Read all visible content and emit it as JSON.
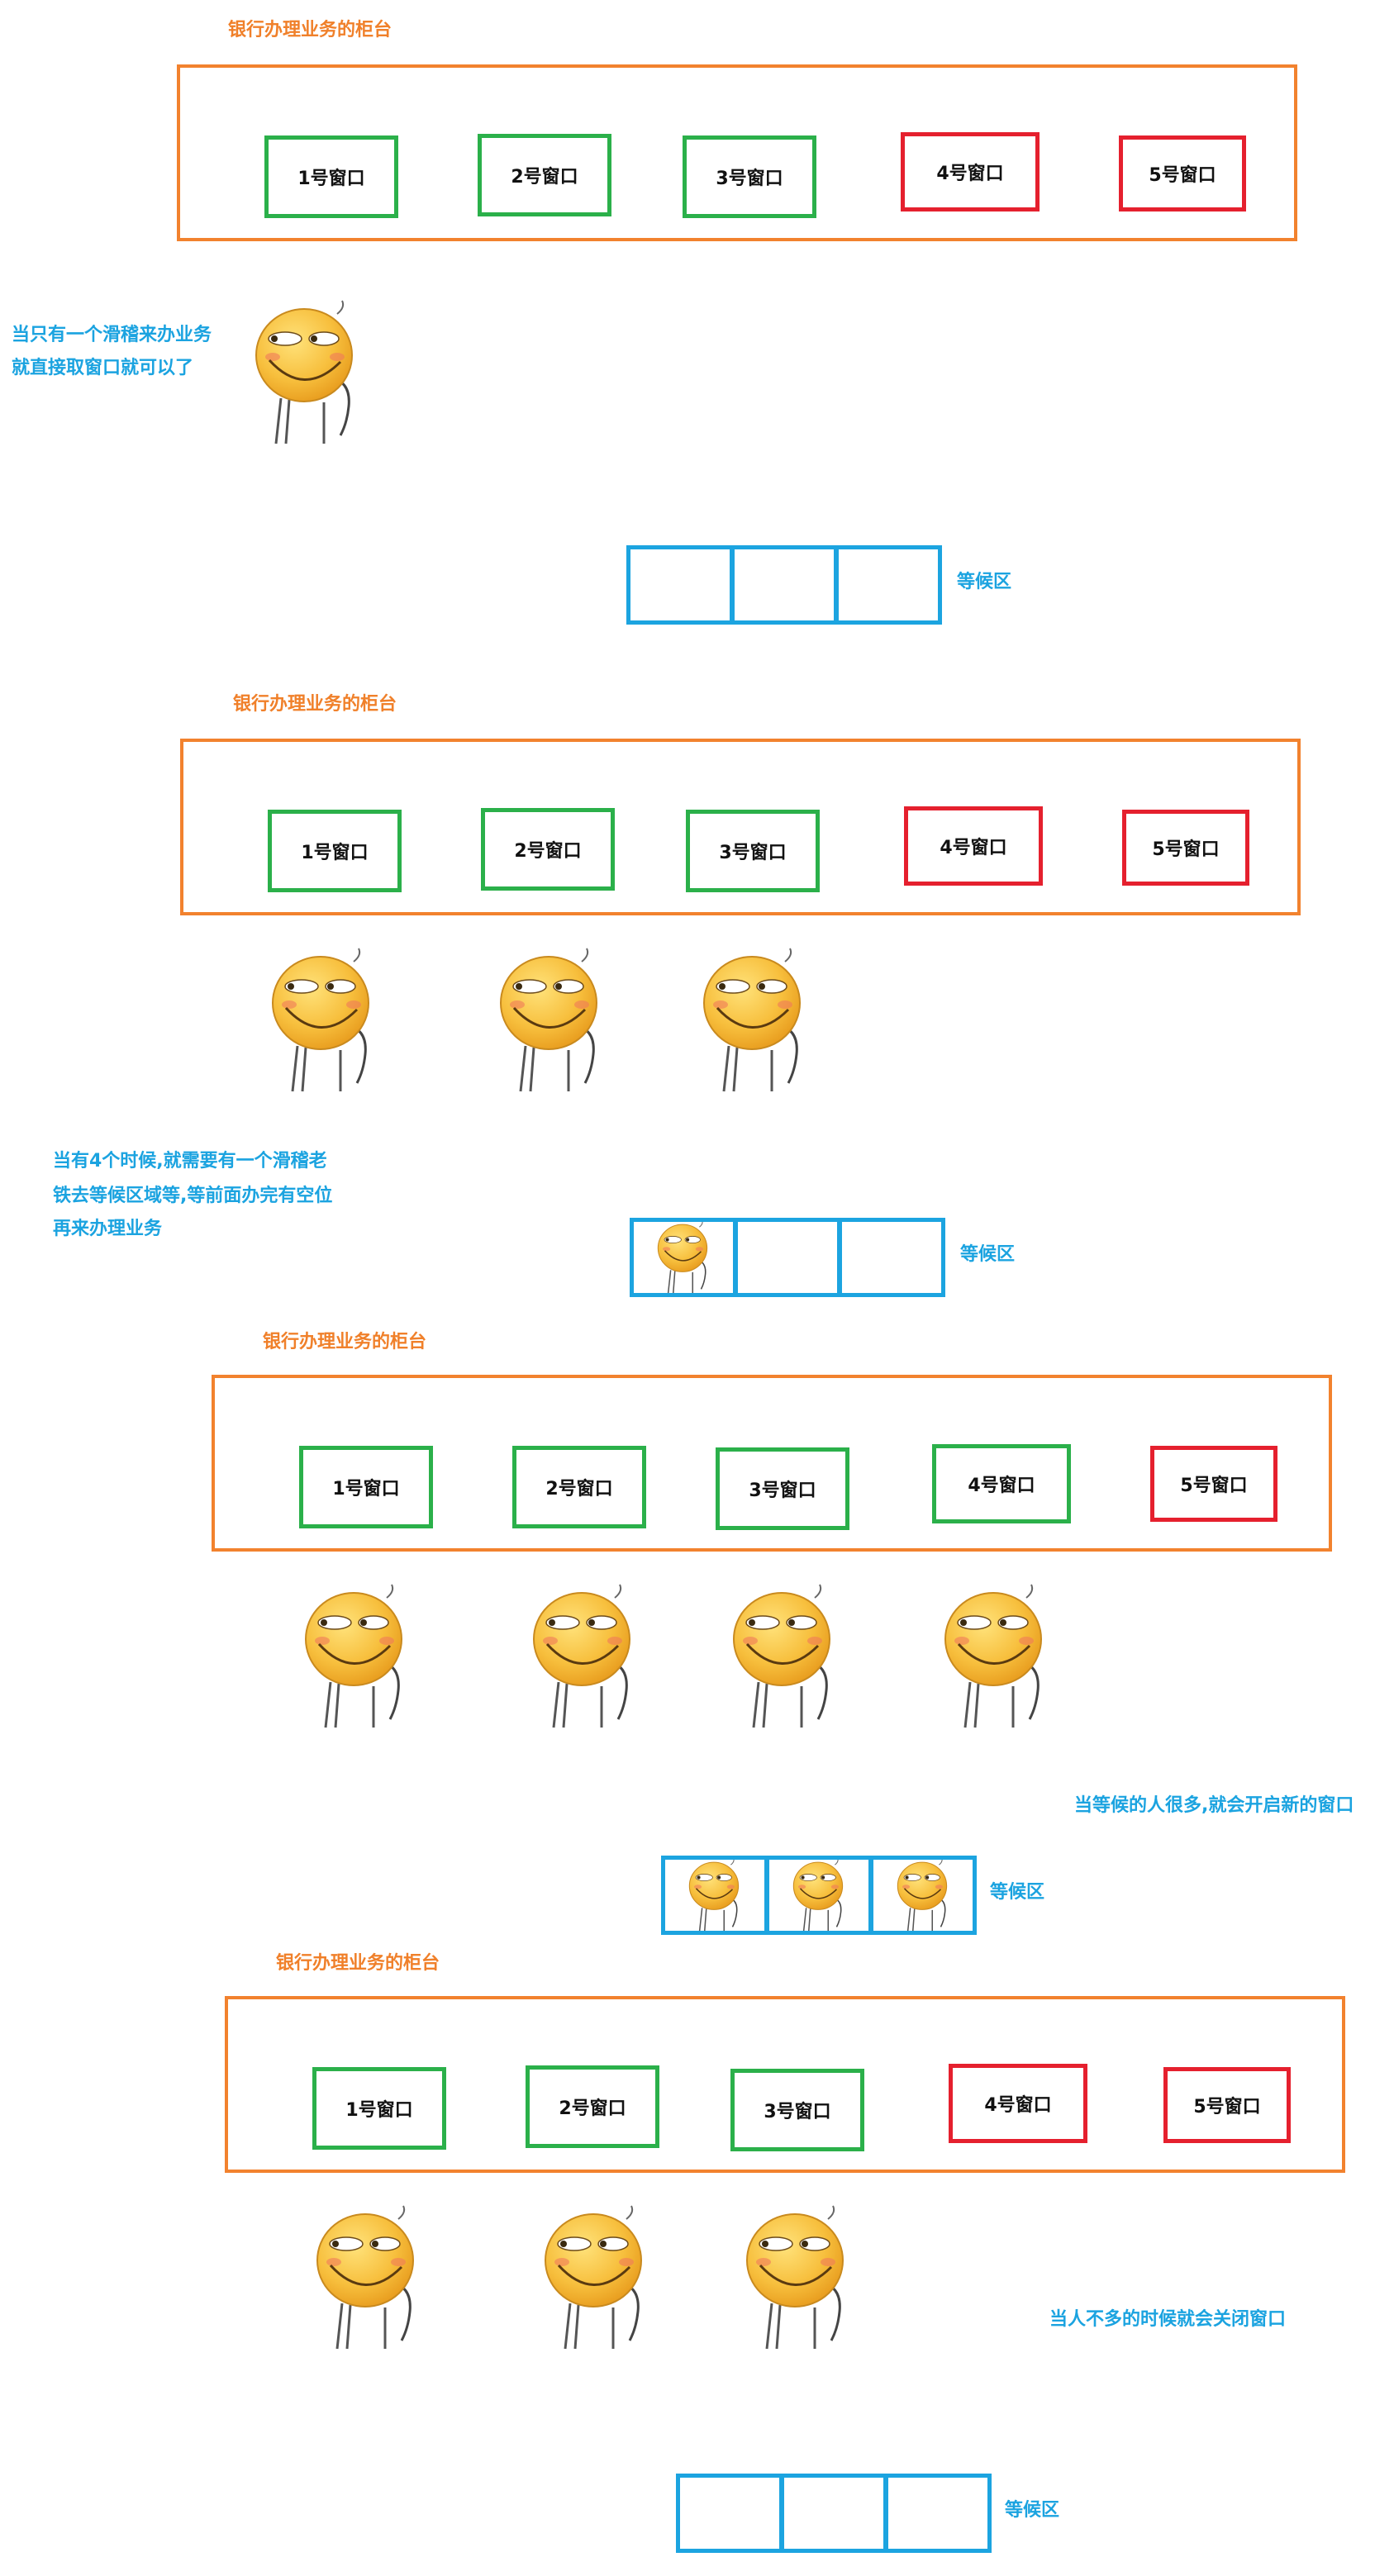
{
  "counter_title": "银行办理业务的柜台",
  "windows": [
    "1号窗口",
    "2号窗口",
    "3号窗口",
    "4号窗口",
    "5号窗口"
  ],
  "wait_label": "等候区",
  "notes": {
    "scene1": [
      "当只有一个滑稽来办业务",
      "就直接取窗口就可以了"
    ],
    "scene2": [
      "当有4个时候,就需要有一个滑稽老",
      "铁去等候区域等,等前面办完有空位",
      "再来办理业务"
    ],
    "scene3": [
      "当等候的人很多,就会开启新的窗口"
    ],
    "scene4": [
      "当人不多的时候就会关闭窗口"
    ]
  },
  "colors": {
    "counter_border": "#f2822e",
    "open_window": "#2bb04a",
    "closed_window": "#e5202e",
    "waiting_area": "#1ca4e0",
    "note_text": "#1ba3e0",
    "title_text": "#f0802a"
  },
  "scenes": [
    {
      "open_windows": 3,
      "people_at_windows": 1,
      "people_waiting": 0
    },
    {
      "open_windows": 3,
      "people_at_windows": 3,
      "people_waiting": 1
    },
    {
      "open_windows": 4,
      "people_at_windows": 4,
      "people_waiting": 3
    },
    {
      "open_windows": 3,
      "people_at_windows": 3,
      "people_waiting": 0
    }
  ],
  "icons": {
    "person": "huaji-smirk-emoji-icon"
  }
}
